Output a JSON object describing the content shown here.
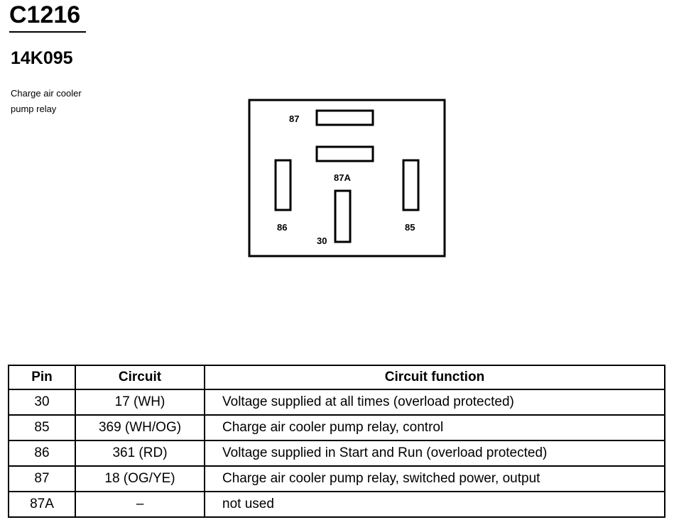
{
  "header": {
    "connector_id": "C1216",
    "part_number": "14K095",
    "description_line1": "Charge air cooler",
    "description_line2": "pump relay"
  },
  "diagram": {
    "pins": [
      "87",
      "87A",
      "86",
      "30",
      "85"
    ]
  },
  "table": {
    "headers": [
      "Pin",
      "Circuit",
      "Circuit function"
    ],
    "rows": [
      {
        "pin": "30",
        "circuit": "17 (WH)",
        "function": "Voltage supplied at all times (overload protected)"
      },
      {
        "pin": "85",
        "circuit": "369 (WH/OG)",
        "function": "Charge air cooler pump relay, control"
      },
      {
        "pin": "86",
        "circuit": "361 (RD)",
        "function": "Voltage supplied in Start and Run (overload protected)"
      },
      {
        "pin": "87",
        "circuit": "18 (OG/YE)",
        "function": "Charge air cooler pump relay, switched power, output"
      },
      {
        "pin": "87A",
        "circuit": "–",
        "function": "not used"
      }
    ]
  }
}
